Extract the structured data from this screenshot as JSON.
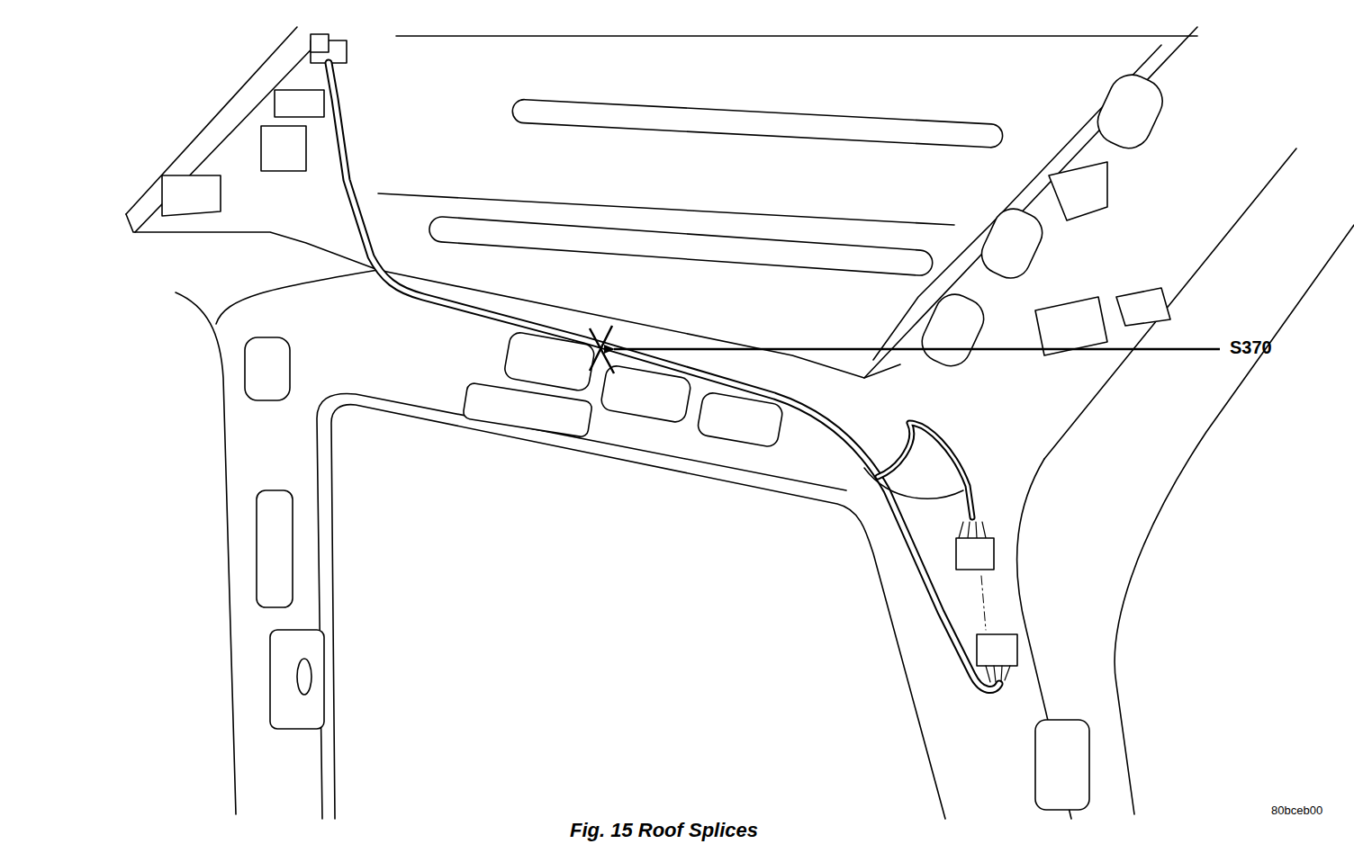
{
  "diagram": {
    "caption": "Fig. 15 Roof Splices",
    "labels": [
      "S370",
      "80bceb00"
    ]
  }
}
